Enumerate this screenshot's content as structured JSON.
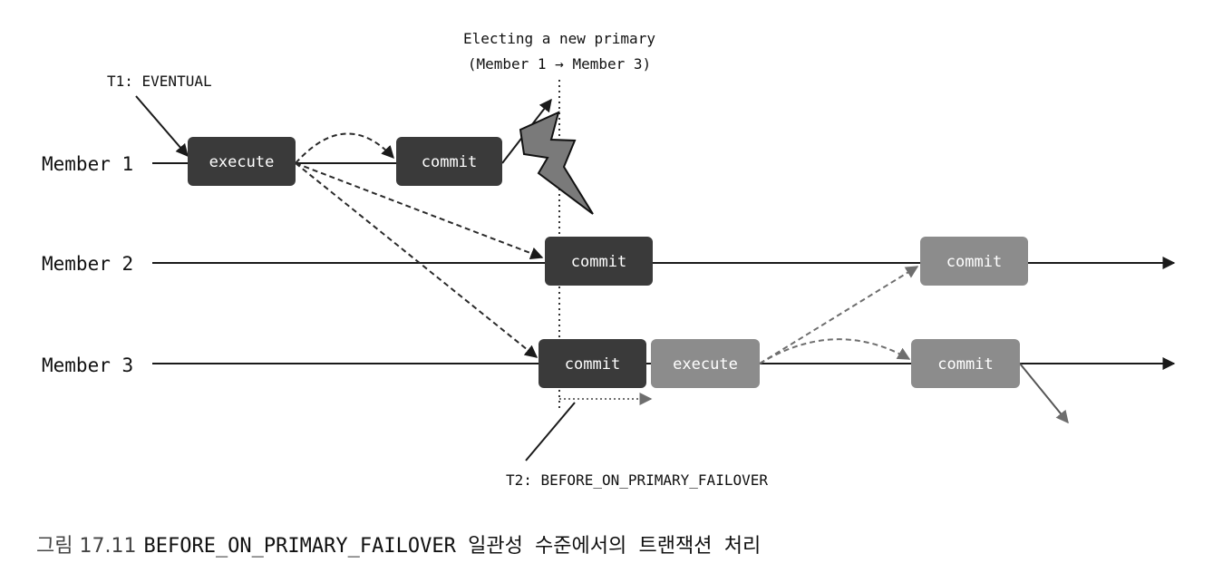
{
  "diagram": {
    "annotations": {
      "election_line1": "Electing a new primary",
      "election_line2": "(Member 1 → Member 3)",
      "t1": "T1: EVENTUAL",
      "t2": "T2: BEFORE_ON_PRIMARY_FAILOVER"
    },
    "lanes": [
      {
        "label": "Member 1"
      },
      {
        "label": "Member 2"
      },
      {
        "label": "Member 3"
      }
    ],
    "boxes": {
      "m1_execute": "execute",
      "m1_commit": "commit",
      "m2_commit_t1": "commit",
      "m2_commit_t2": "commit",
      "m3_commit_t1": "commit",
      "m3_execute_t2": "execute",
      "m3_commit_t2": "commit"
    },
    "colors": {
      "dark_box": "#3a3a3a",
      "light_box": "#8c8c8c",
      "line": "#1a1a1a",
      "failure_bolt": "#7a7a7a"
    },
    "icons": [
      "lightning-failure-icon"
    ]
  },
  "caption": {
    "prefix": "그림 17.11",
    "text": "BEFORE_ON_PRIMARY_FAILOVER 일관성 수준에서의 트랜잭션 처리"
  }
}
